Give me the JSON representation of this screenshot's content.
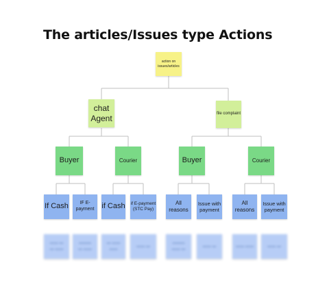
{
  "title": "The articles/Issues type Actions",
  "root": "action on issues/articles",
  "level1": {
    "left": "chat Agent",
    "right": "file complaint"
  },
  "level2": [
    "Buyer",
    "Courier",
    "Buyer",
    "Courier"
  ],
  "level3": [
    "If Cash",
    "IF E-payment",
    "if Cash",
    "if E-payment (STC Pay)",
    "All reasons",
    "Issue with payment",
    "All reasons",
    "Issue with payment"
  ],
  "level4_state": "blurred",
  "colors": {
    "root": "#f7f288",
    "level1": "#d2ef9a",
    "level2": "#7ad986",
    "level3": "#8fb4f0",
    "level4": "#b7cdf6",
    "connector": "#bfbfbf"
  }
}
